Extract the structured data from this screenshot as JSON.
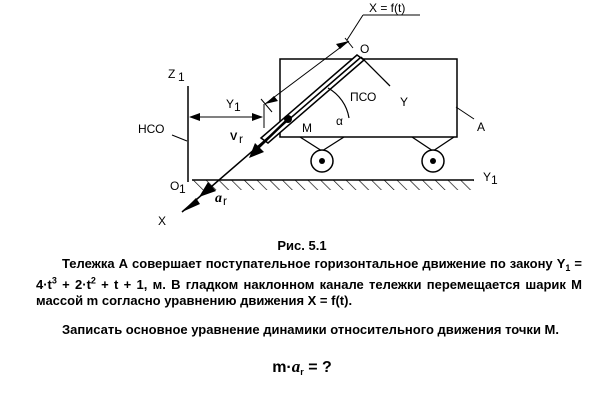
{
  "figure": {
    "label_x_law": "X = f(t)",
    "label_O": "O",
    "label_Z1": "Z",
    "label_Z1_sub": "1",
    "label_Y1_top": "Y",
    "label_Y1_top_sub": "1",
    "label_pso": "ПСО",
    "label_Y": "Y",
    "label_A": "A",
    "label_nso": "НСО",
    "label_vr": "V",
    "label_vr_sub": "r",
    "label_M": "M",
    "label_alpha": "α",
    "label_O1": "O",
    "label_O1_sub": "1",
    "label_Y1_axis": "Y",
    "label_Y1_axis_sub": "1",
    "label_ar": "a",
    "label_ar_sub": "r",
    "label_X": "X"
  },
  "caption": "Рис. 5.1",
  "paragraph1": {
    "part1": "Тележка А совершает поступательное горизонтальное движение по закону ",
    "law_var": "Y",
    "law_var_sub": "1",
    "law_eq": " = 4·t",
    "exp1": "3",
    "law_mid": " + 2·t",
    "exp2": "2",
    "law_end": " + t + 1, м.",
    "part2": " В гладком наклонном канале тележки перемещается шарик М массой m согласно уравнению движения X = f(t)."
  },
  "paragraph2": "Записать основное уравнение динамики относительного движения точки М.",
  "question": {
    "lhs": "m·",
    "a": "a",
    "a_sub": "r",
    "rhs": " = ?"
  }
}
